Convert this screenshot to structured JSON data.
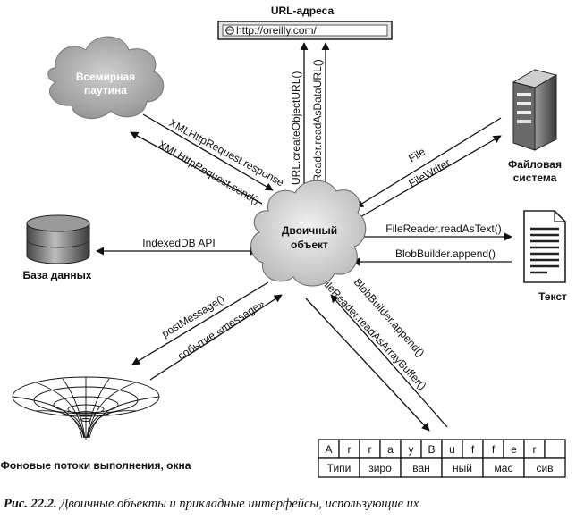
{
  "center": {
    "line1": "Двоичный",
    "line2": "объект"
  },
  "url_box": {
    "title": "URL-адреса",
    "value": "http://oreilly.com/"
  },
  "web": {
    "line1": "Всемирная",
    "line2": "паутина"
  },
  "filesystem": {
    "line1": "Файловая",
    "line2": "система"
  },
  "database": {
    "label": "База данных"
  },
  "text_doc": {
    "label": "Текст"
  },
  "workers": {
    "label": "Фоновые потоки выполнения, окна"
  },
  "arrows": {
    "xhr_response": "XMLHttpRequest.response",
    "xhr_send": "XMLHttpRequest.send()",
    "create_object_url": "URL.createObjectURL()",
    "read_as_data_url": "FileReader.readAsDataURL()",
    "file": "File",
    "file_writer": "FileWriter",
    "indexeddb": "IndexedDB API",
    "read_as_text": "FileReader.readAsText()",
    "blob_append_text": "BlobBuilder.append()",
    "post_message": "postMessage()",
    "message_event": "событие «message»",
    "read_as_array_buffer": "FileReader.readAsArrayBuffer()",
    "blob_append_ab": "BlobBuilder.append()"
  },
  "array_buffer": {
    "top": [
      "A",
      "r",
      "r",
      "a",
      "y",
      "B",
      "u",
      "f",
      "f",
      "e",
      "r",
      ""
    ],
    "bottom": [
      "Типи",
      "зиро",
      "ван",
      "ный",
      "мас",
      "сив"
    ]
  },
  "caption": {
    "prefix": "Рис. 22.2.",
    "text": "Двоичные объекты и прикладные интерфейсы, использующие их"
  }
}
